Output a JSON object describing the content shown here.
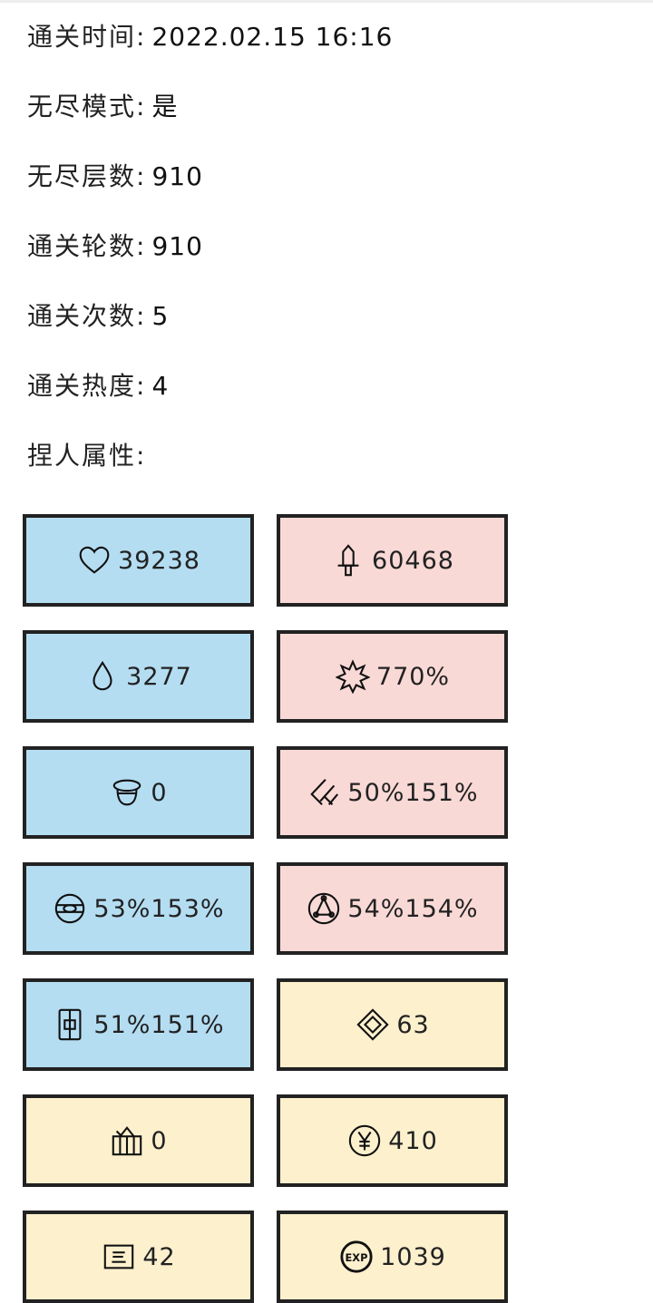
{
  "info": [
    {
      "label": "通关时间:",
      "value": "2022.02.15 16:16"
    },
    {
      "label": "无尽模式:",
      "value": "是"
    },
    {
      "label": "无尽层数:",
      "value": "910"
    },
    {
      "label": "通关轮数:",
      "value": "910"
    },
    {
      "label": "通关次数:",
      "value": "5"
    },
    {
      "label": "通关热度:",
      "value": "4"
    },
    {
      "label": "捏人属性:",
      "value": ""
    }
  ],
  "stats": [
    {
      "icon": "heart-icon",
      "value": "39238",
      "color": "#b4ddf2"
    },
    {
      "icon": "sword-icon",
      "value": "60468",
      "color": "#f9d9d6"
    },
    {
      "icon": "drop-icon",
      "value": "3277",
      "color": "#b4ddf2"
    },
    {
      "icon": "burst-icon",
      "value": "770%",
      "color": "#f9d9d6"
    },
    {
      "icon": "helmet-icon",
      "value": "0",
      "color": "#b4ddf2"
    },
    {
      "icon": "slash-icon",
      "value": "50%151%",
      "color": "#f9d9d6"
    },
    {
      "icon": "shield-orb-icon",
      "value": "53%153%",
      "color": "#b4ddf2"
    },
    {
      "icon": "triangle-circle-icon",
      "value": "54%154%",
      "color": "#f9d9d6"
    },
    {
      "icon": "gate-icon",
      "value": "51%151%",
      "color": "#b4ddf2"
    },
    {
      "icon": "diamond-icon",
      "value": "63",
      "color": "#fdf0cd"
    },
    {
      "icon": "box-icon",
      "value": "0",
      "color": "#fdf0cd"
    },
    {
      "icon": "yen-icon",
      "value": "410",
      "color": "#fdf0cd"
    },
    {
      "icon": "card-icon",
      "value": "42",
      "color": "#fdf0cd"
    },
    {
      "icon": "exp-icon",
      "value": "1039",
      "color": "#fdf0cd"
    }
  ]
}
